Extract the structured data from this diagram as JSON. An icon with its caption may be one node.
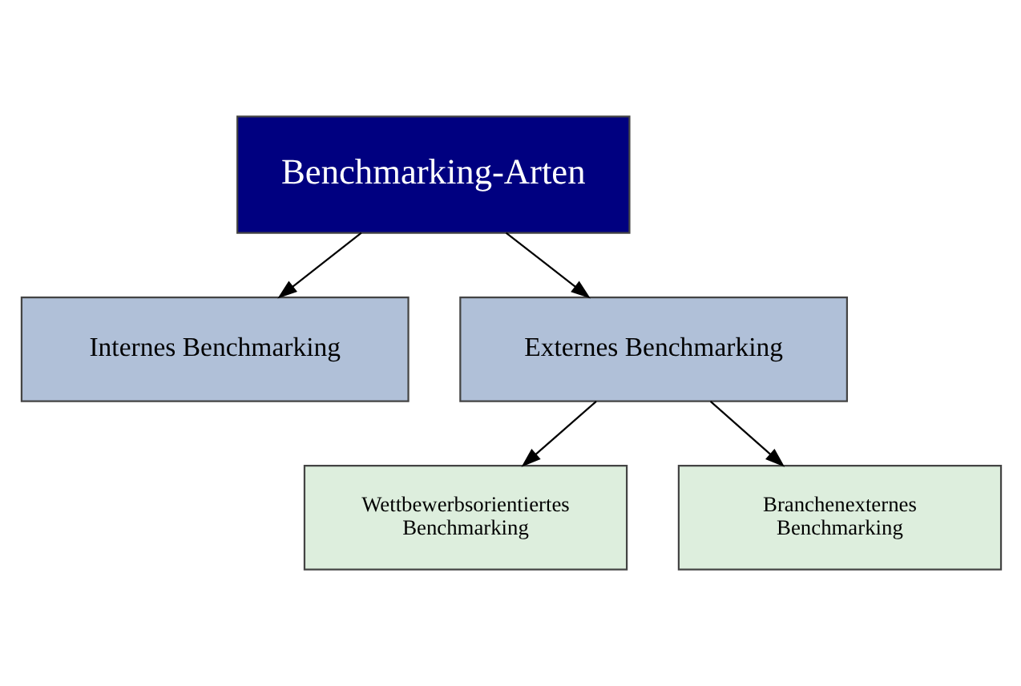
{
  "diagram": {
    "nodes": [
      {
        "text": [
          "Benchmarking-Arten"
        ]
      },
      {
        "text": [
          "Internes Benchmarking"
        ]
      },
      {
        "text": [
          "Externes Benchmarking"
        ]
      },
      {
        "text": [
          "Wettbewerbsorientiertes Benchmarking"
        ]
      },
      {
        "text": [
          "Branchenexternes Benchmarking"
        ]
      }
    ],
    "edges": [
      {
        "from": 0,
        "to": 1,
        "arrow": "to"
      },
      {
        "from": 0,
        "to": 2,
        "arrow": "to"
      },
      {
        "from": 2,
        "to": 3,
        "arrow": "to"
      },
      {
        "from": 2,
        "to": 4,
        "arrow": "to"
      }
    ]
  }
}
